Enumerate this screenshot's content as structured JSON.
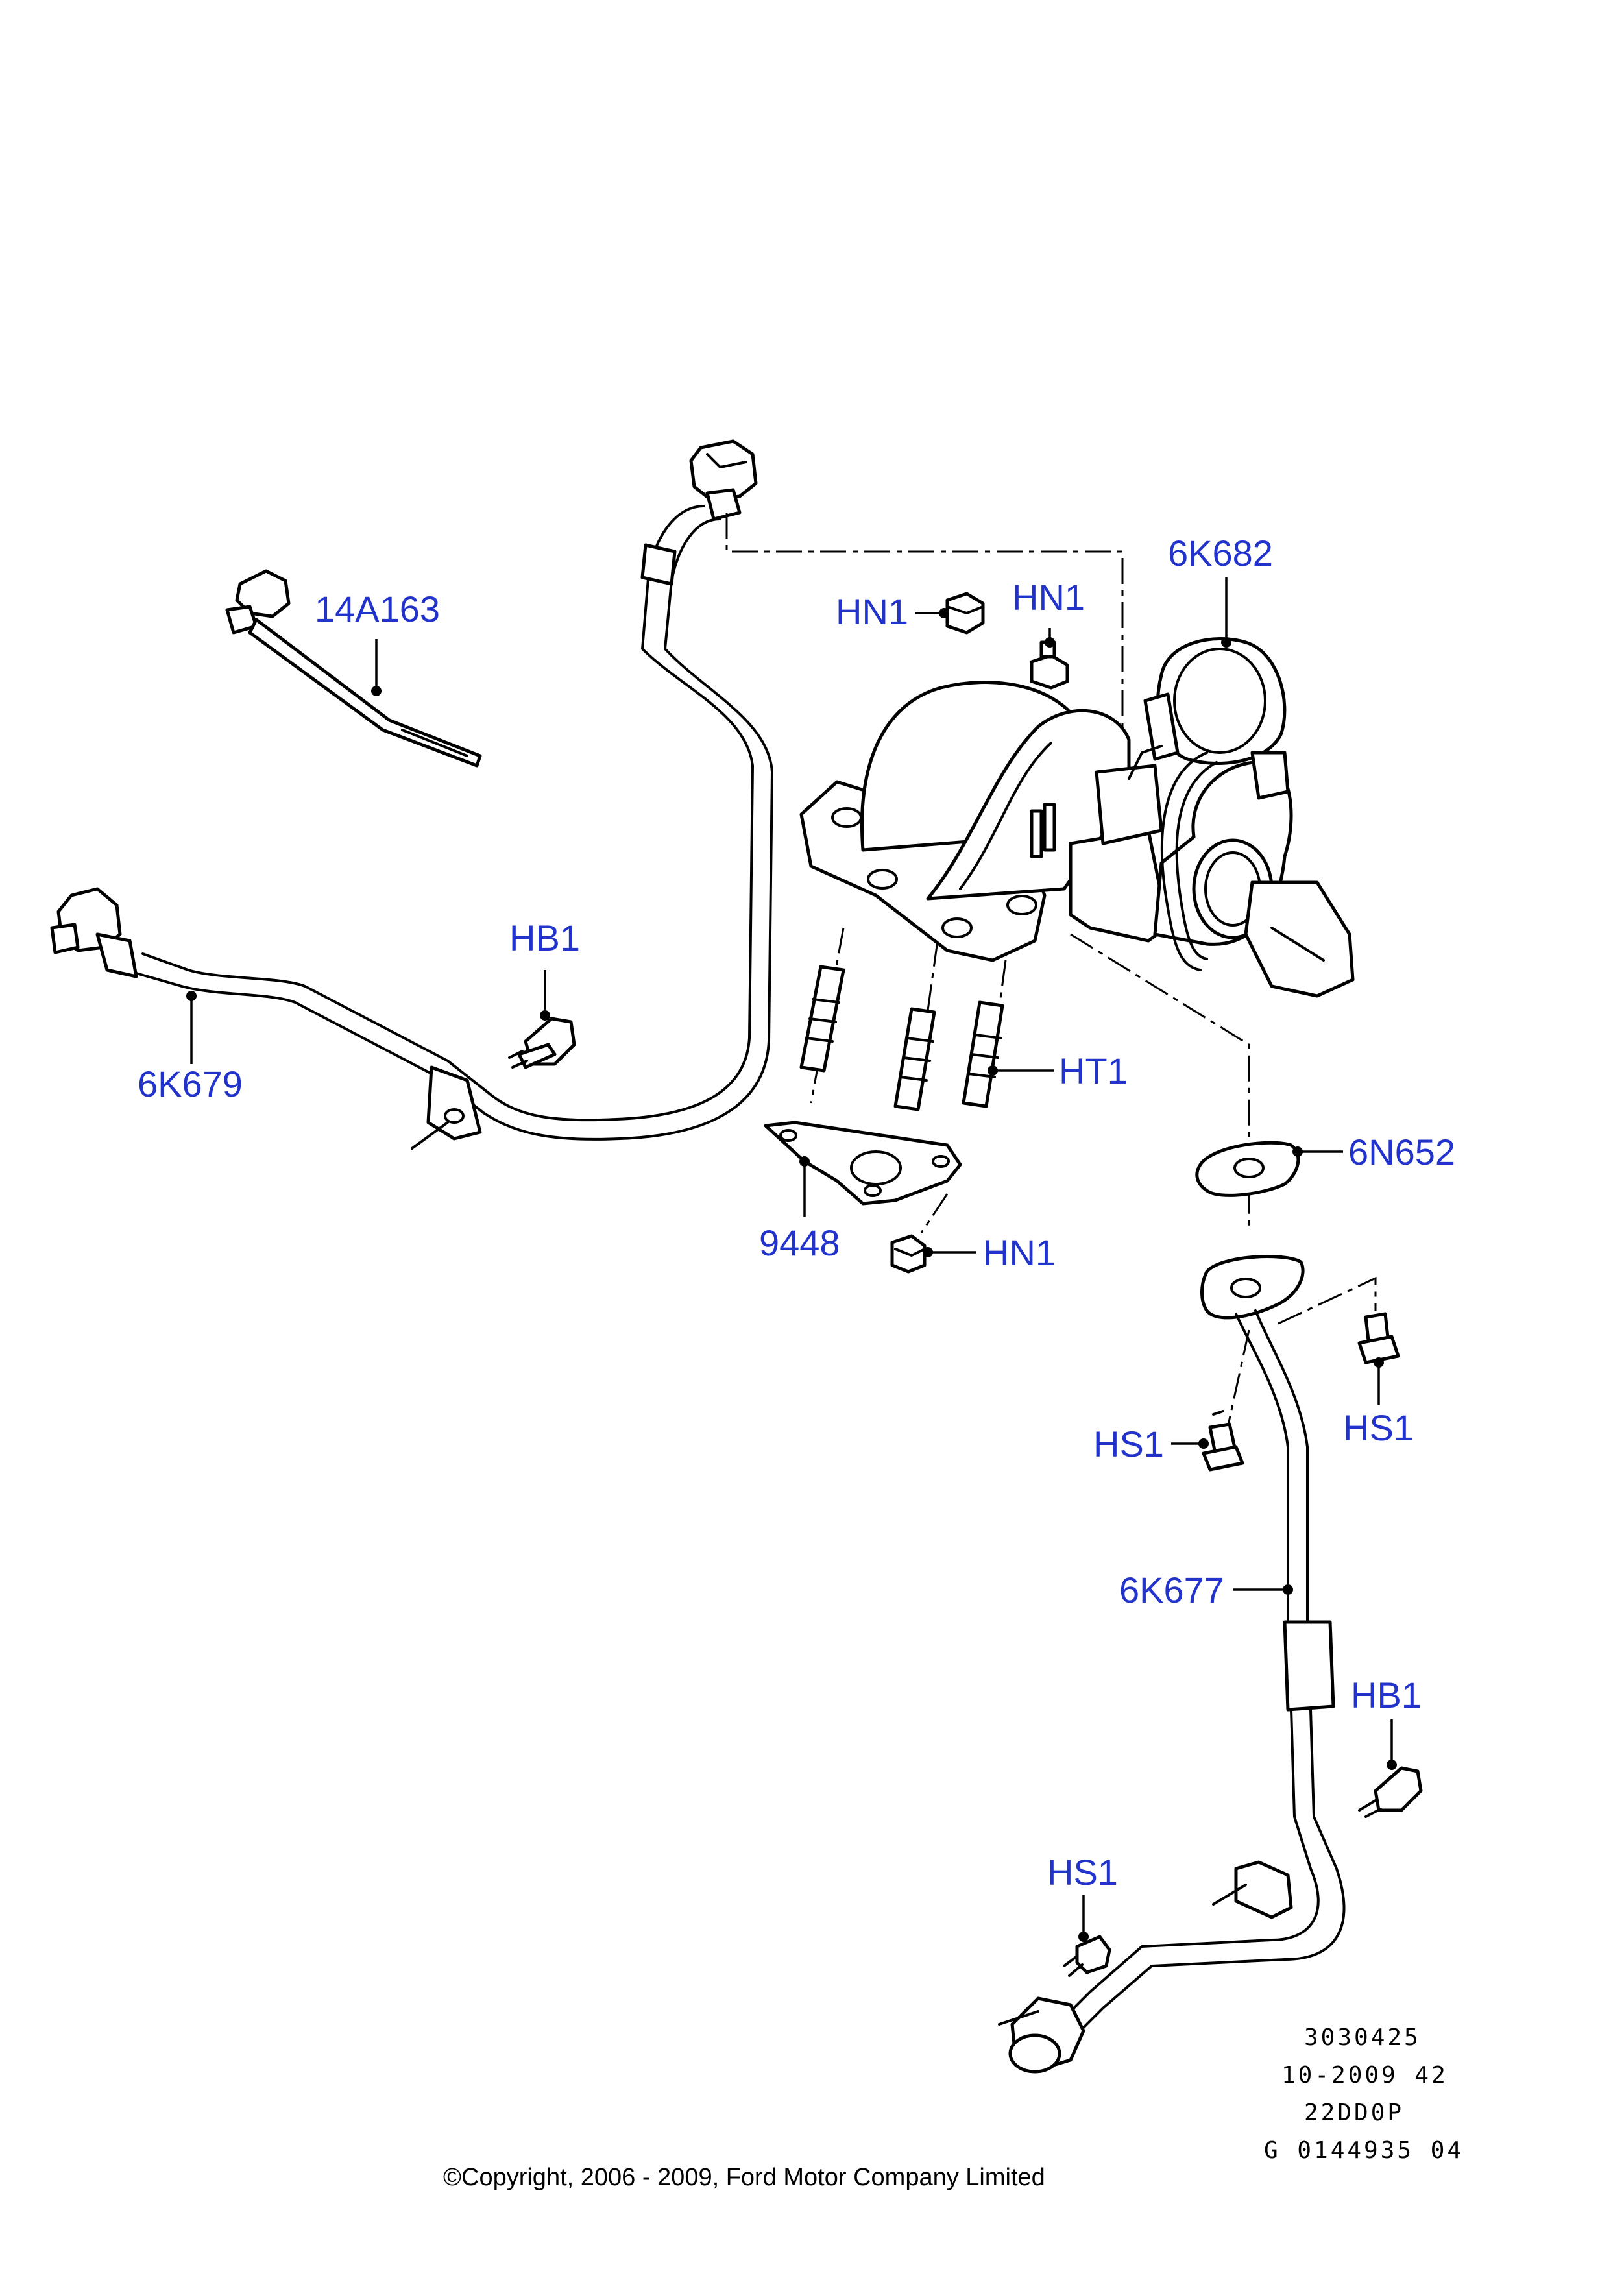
{
  "callouts": {
    "c_14A163": "14A163",
    "c_6K679": "6K679",
    "c_HB1_left": "HB1",
    "c_HN1_a": "HN1",
    "c_HN1_b": "HN1",
    "c_6K682": "6K682",
    "c_HT1": "HT1",
    "c_9448": "9448",
    "c_HN1_c": "HN1",
    "c_6N652": "6N652",
    "c_HS1_a": "HS1",
    "c_HS1_b": "HS1",
    "c_6K677": "6K677",
    "c_HB1_right": "HB1",
    "c_HS1_c": "HS1"
  },
  "reference_block": {
    "line1": "3030425",
    "line2": "10-2009 42",
    "line3": "22DD0P",
    "line4": "G 0144935 04"
  },
  "copyright": "©Copyright, 2006 - 2009, Ford Motor Company Limited",
  "colors": {
    "callout_text": "#2233cc",
    "line_art": "#000000",
    "background": "#ffffff"
  }
}
